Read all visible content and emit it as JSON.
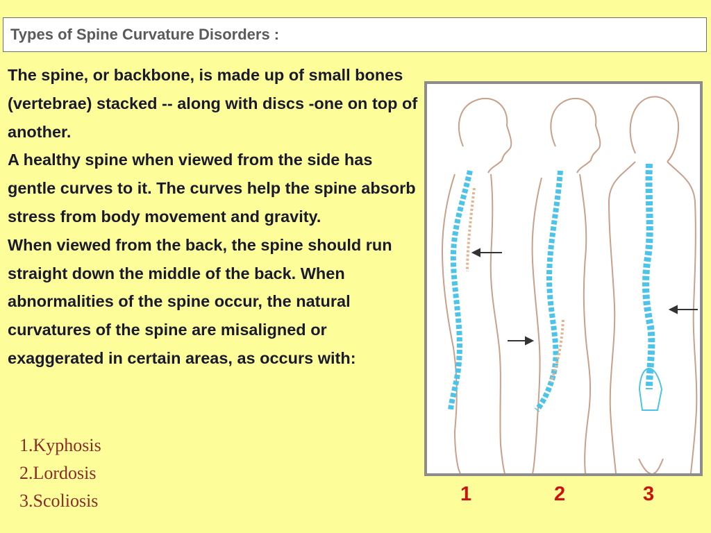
{
  "slide": {
    "title": "Types of Spine Curvature Disorders :",
    "paragraphs": [
      "The spine, or backbone, is made up of small bones (vertebrae) stacked -- along with discs -one on top of another.",
      "A healthy spine when viewed from the side has gentle curves to it. The curves help the spine absorb stress from body movement and gravity.",
      "When viewed from the back, the spine should run straight down the middle of the back. When abnormalities of the spine occur, the natural curvatures of the spine are misaligned or exaggerated in certain areas, as occurs with:"
    ],
    "list": [
      "1.Kyphosis",
      "2.Lordosis",
      "3.Scoliosis"
    ],
    "figure_labels": [
      "1",
      "2",
      "3"
    ]
  },
  "colors": {
    "background": "#fdfd9a",
    "title_text": "#5a5a5a",
    "body_text": "#1a1a2e",
    "list_text": "#8b2a2a",
    "label_red": "#cc1111",
    "spine_blue": "#4cc3e8",
    "spine_tan": "#e0b48c",
    "outline": "#c9a08a"
  },
  "icons": [
    "kyphosis-figure",
    "lordosis-figure",
    "scoliosis-figure",
    "arrow-left-icon",
    "arrow-right-icon"
  ]
}
